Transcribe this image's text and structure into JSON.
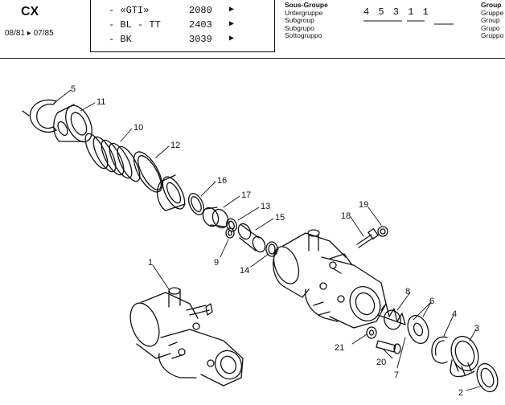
{
  "header": {
    "model": "CX",
    "dates": "08/81 ▸ 07/85",
    "variants": [
      {
        "name": "- «GTI»",
        "code": "2080",
        "arrow": "▶"
      },
      {
        "name": "- BL - TT",
        "code": "2403",
        "arrow": "▶"
      },
      {
        "name": "- BK",
        "code": "3039",
        "arrow": "▶"
      }
    ],
    "subgroup_labels": [
      "Sous-Groupe",
      "Untergruppe",
      "Subgroup",
      "Subgrupo",
      "Sottogruppo"
    ],
    "subgroup_code": "4 5 3 1 1",
    "group_labels": [
      "Group",
      "Gruppe",
      "Group",
      "Grupo",
      "Gruppo"
    ]
  },
  "parts": [
    {
      "id": "1",
      "label": "1"
    },
    {
      "id": "2",
      "label": "2"
    },
    {
      "id": "3",
      "label": "3"
    },
    {
      "id": "4",
      "label": "4"
    },
    {
      "id": "5",
      "label": "5"
    },
    {
      "id": "6",
      "label": "6"
    },
    {
      "id": "7",
      "label": "7"
    },
    {
      "id": "8",
      "label": "8"
    },
    {
      "id": "9",
      "label": "9"
    },
    {
      "id": "10",
      "label": "10"
    },
    {
      "id": "11",
      "label": "11"
    },
    {
      "id": "12",
      "label": "12"
    },
    {
      "id": "13",
      "label": "13"
    },
    {
      "id": "14",
      "label": "14"
    },
    {
      "id": "15",
      "label": "15"
    },
    {
      "id": "16",
      "label": "16"
    },
    {
      "id": "17",
      "label": "17"
    },
    {
      "id": "18",
      "label": "18"
    },
    {
      "id": "19",
      "label": "19"
    },
    {
      "id": "20",
      "label": "20"
    },
    {
      "id": "21",
      "label": "21"
    }
  ]
}
